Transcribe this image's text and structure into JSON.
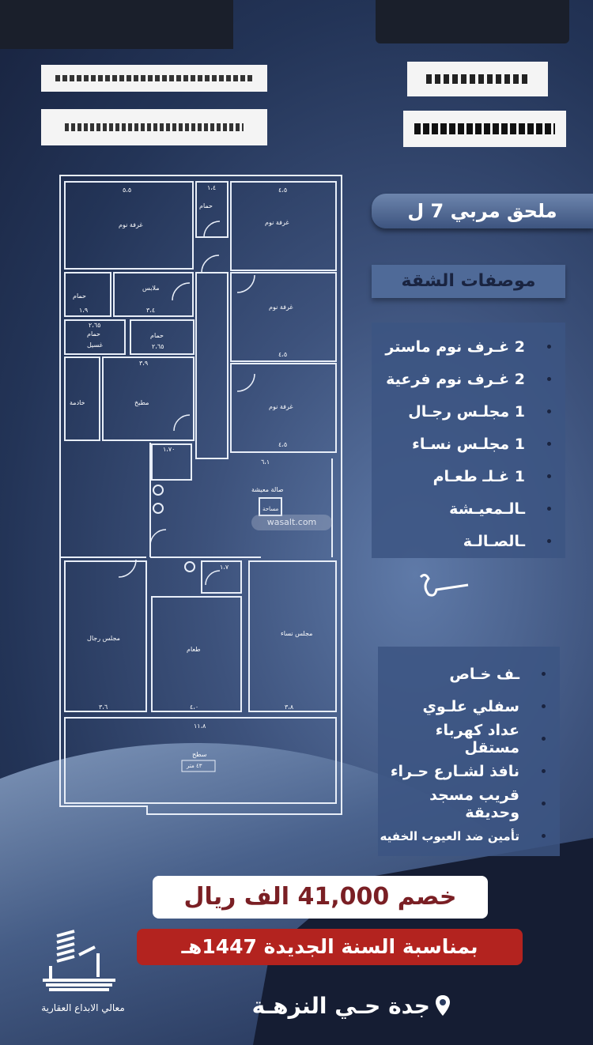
{
  "header": {
    "ribbon_title": "ملحق مربي 7 ل",
    "specs_heading": "موصفات الشقة"
  },
  "specs": [
    "2 غـرف نوم ماستر",
    "2 غـرف نوم فرعية",
    "1 مجلـس رجـال",
    "1 مجلـس نسـاء",
    "1 غـلـ طعـام",
    "ـالـمعيـشة",
    "ـالصـالـة"
  ],
  "features": [
    "ـف خـاص",
    "سفلي علـوي",
    "عداد كهرباء مستقل",
    "نافذ لشـارع حـراء",
    "قريب مسجد وحديقة",
    "تأمين ضد العيوب الخفيه"
  ],
  "floor_plan": {
    "rooms": {
      "bedroom1": "غرفة نوم",
      "bedroom2": "غرفة نوم",
      "bedroom3": "غرفة نوم",
      "bedroom4": "غرفة نوم",
      "bath1": "حمام",
      "bath2": "حمام",
      "bath3": "حمام",
      "bath4": "حمام",
      "wash": "غسيل",
      "closet": "ملابس",
      "kitchen": "مطبخ",
      "maid": "خادمة",
      "living": "صالة معيشة",
      "living_area": "مساحة",
      "men_majlis": "مجلس رجال",
      "dining": "طعام",
      "women_majlis": "مجلس نساء",
      "roof": "سطح",
      "roof_area": "٤٣ متر"
    },
    "dims": {
      "d1": "٥،٥",
      "d2": "١،٤",
      "d3": "٤،٥",
      "d4": "١،٩",
      "d5": "٣،٤",
      "d6": "٢،٦٥",
      "d7": "٢،٦٥",
      "d8": "٣،٩",
      "d9": "٤،٥",
      "d10": "٤،٥",
      "d11": "٦،١",
      "d12": "١،٧٠",
      "d13": "٣،٦",
      "d14": "٤،٠",
      "d15": "٣،٨",
      "d16": "١١،٨",
      "d17": "١،٧"
    }
  },
  "watermark": "wasalt.com",
  "promo": {
    "discount": "خصم 41,000 الف ريال",
    "occasion": "بمناسبة السنة الجديدة 1447هـ",
    "location": "جدة حـي النزهـة"
  },
  "company": {
    "name": "معالي الابداع العقارية"
  },
  "colors": {
    "background": "#2a3b60",
    "discount_text": "#7a1f24",
    "occasion_banner": "#b3231f"
  },
  "icons": [
    "location-pin-icon",
    "building-logo-icon"
  ]
}
